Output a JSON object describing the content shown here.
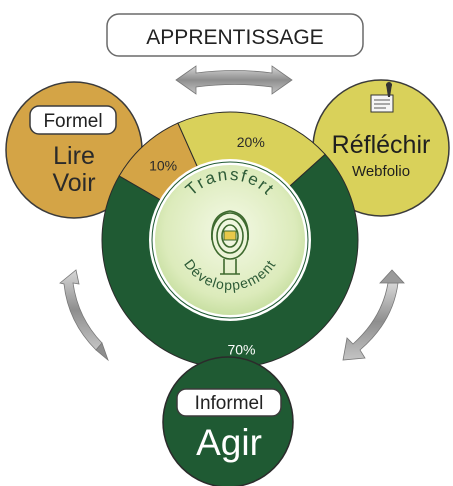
{
  "header": {
    "title": "APPRENTISSAGE"
  },
  "formel": {
    "tag": "Formel",
    "line1": "Lire",
    "line2": "Voir"
  },
  "reflechir": {
    "title": "Réfléchir",
    "subtitle": "Webfolio"
  },
  "informel": {
    "tag": "Informel",
    "title": "Agir"
  },
  "center": {
    "top_text": "Transfert",
    "bottom_text": "Développement"
  },
  "chart_data": {
    "type": "pie",
    "categories": [
      "10%",
      "20%",
      "70%"
    ],
    "values": [
      10,
      20,
      70
    ],
    "labels": [
      "10%",
      "20%",
      "70%"
    ],
    "colors": [
      "#d4a446",
      "#d9d15a",
      "#1f5a33"
    ]
  },
  "colors": {
    "dark_green": "#1f5a33",
    "gold": "#d4a446",
    "yellow": "#d9d15a",
    "arrow_gray": "#9a9a9a",
    "center_light": "#e2efc4"
  },
  "icons": [
    "notepad-pen-icon",
    "fingerprint-tree-icon",
    "curved-arrow-icon"
  ]
}
